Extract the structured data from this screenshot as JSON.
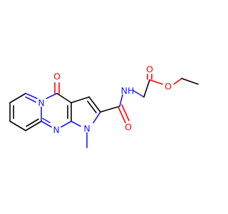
{
  "colors": {
    "carbon_bond": "#000000",
    "oxygen": "#ff0000",
    "nitrogen": "#1a1aff",
    "background": "#ffffff"
  },
  "atoms": {
    "o_ring": "O",
    "n_ring_pyrido": "N",
    "n_ring_pyrimidine": "N",
    "n_ring_pyrrole": "N",
    "n_amide": "NH",
    "o_amide": "O",
    "o_ester_carbonyl": "O",
    "o_ester_ether": "O"
  }
}
